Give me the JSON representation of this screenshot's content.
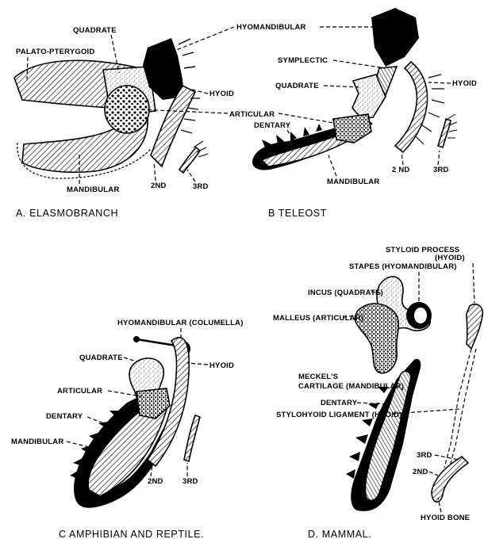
{
  "panels": {
    "a": {
      "caption": "A. ELASMOBRANCH",
      "labels": {
        "quadrate": "QUADRATE",
        "palato_pterygoid": "PALATO-PTERYGOID",
        "hyomandibular": "HYOMANDIBULAR",
        "hyoid": "HYOID",
        "articular": "ARTICULAR",
        "mandibular": "MANDIBULAR",
        "second": "2ND",
        "third": "3RD"
      }
    },
    "b": {
      "caption": "B TELEOST",
      "labels": {
        "symplectic": "SYMPLECTIC",
        "quadrate": "QUADRATE",
        "hyoid": "HYOID",
        "dentary": "DENTARY",
        "mandibular": "MANDIBULAR",
        "second": "2 ND",
        "third": "3RD"
      }
    },
    "c": {
      "caption": "C AMPHIBIAN AND REPTILE.",
      "labels": {
        "hyomandibular": "HYOMANDIBULAR (COLUMELLA)",
        "quadrate": "QUADRATE",
        "hyoid": "HYOID",
        "articular": "ARTICULAR",
        "dentary": "DENTARY",
        "mandibular": "MANDIBULAR",
        "second": "2ND",
        "third": "3RD"
      }
    },
    "d": {
      "caption": "D. MAMMAL.",
      "labels": {
        "styloid_1": "STYLOID PROCESS",
        "styloid_2": "(HYOID)",
        "stapes": "STAPES (HYOMANDIBULAR)",
        "incus": "INCUS (QUADRATE)",
        "malleus": "MALLEUS (ARTICULAR)",
        "meckels_1": "MECKEL'S",
        "meckels_2": "CARTILAGE (MANDIBULAR)",
        "dentary": "DENTARY",
        "stylohyoid": "STYLOHYOID LIGAMENT (HYOID)",
        "third": "3RD",
        "second": "2ND",
        "hyoid_bone": "HYOID BONE"
      }
    }
  }
}
